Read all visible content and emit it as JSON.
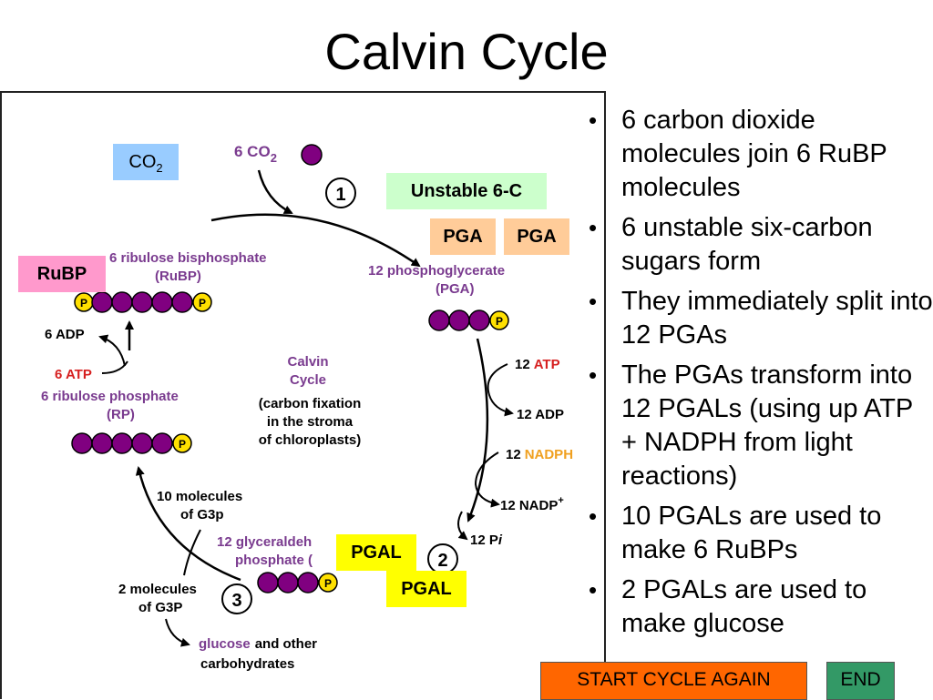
{
  "title": "Calvin Cycle",
  "diagram": {
    "co2_in": "6 CO",
    "co2_in_sub": "2",
    "step1": "1",
    "step2": "2",
    "step3": "3",
    "rubp_line1": "6 ribulose bisphosphate",
    "rubp_line2": "(RuBP)",
    "pga_line1": "12 phosphoglycerate",
    "pga_line2": "(PGA)",
    "adp6": "6 ADP",
    "atp6": "6 ATP",
    "rp_line1": "6 ribulose phosphate",
    "rp_line2": "(RP)",
    "center_line1": "Calvin",
    "center_line2": "Cycle",
    "center_line3": "(carbon fixation",
    "center_line4": "in the stroma",
    "center_line5": "of chloroplasts)",
    "atp12_num": "12",
    "atp12_word": "ATP",
    "adp12": "12 ADP",
    "nadph_num": "12",
    "nadph_word": "NADPH",
    "nadp": "12 NADP",
    "nadp_sup": "+",
    "pi": "12 P",
    "pi_i": "i",
    "g3p10_line1": "10 molecules",
    "g3p10_line2": "of G3p",
    "gly_line1": "12 glyceraldeh",
    "gly_line2": "phosphate (",
    "g3p2_line1": "2 molecules",
    "g3p2_line2": "of G3P",
    "glucose_word": "glucose",
    "glucose_rest": "and other",
    "carbs": "carbohydrates",
    "phosphate_symbol": "P"
  },
  "callouts": {
    "co2": "CO",
    "co2_sub": "2",
    "unstable": "Unstable 6-C",
    "pga_a": "PGA",
    "pga_b": "PGA",
    "rubp": "RuBP",
    "pgal_a": "PGAL",
    "pgal_b": "PGAL"
  },
  "bullets": [
    "6 carbon dioxide molecules join 6 RuBP molecules",
    "6 unstable six-carbon sugars form",
    "They immediately split into 12 PGAs",
    "The PGAs transform into 12 PGALs  (using up ATP + NADPH from light reactions)",
    "10 PGALs are used to make 6 RuBPs",
    "2 PGALs are used to make glucose"
  ],
  "bullet_symbol": "•",
  "buttons": {
    "start": "START CYCLE AGAIN",
    "end": "END"
  },
  "colors": {
    "molecule_purple": "#800080",
    "phosphate_yellow": "#ffe000",
    "label_purple": "#7a3b8f",
    "label_red": "#d62020",
    "label_orange": "#f0a020",
    "co2_box": "#99ccff",
    "unstable_box": "#ccffcc",
    "pga_box": "#ffcc99",
    "rubp_box": "#ff99cc",
    "pgal_box": "#ffff00",
    "start_button": "#ff6600",
    "end_button": "#339966"
  }
}
